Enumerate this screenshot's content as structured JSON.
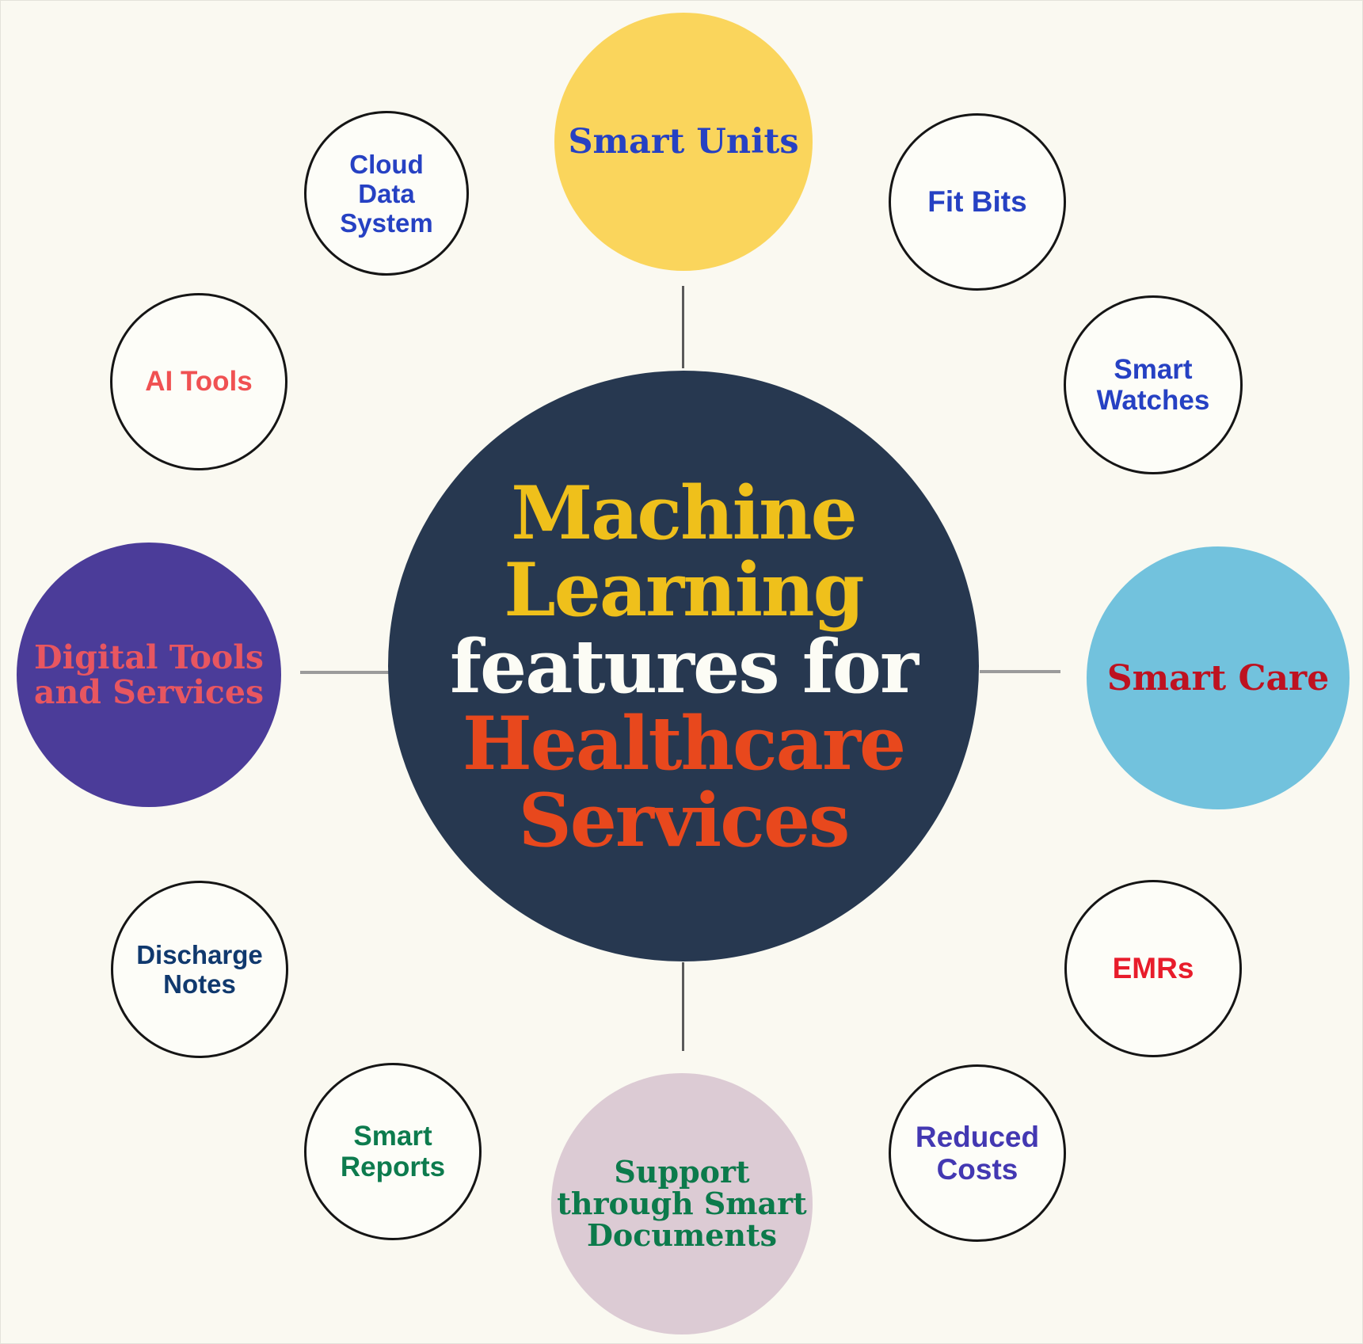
{
  "background": "#FAF9F1",
  "center": {
    "full_title": "Machine Learning features for Healthcare Services",
    "fill": "#273850",
    "lines": [
      {
        "text": "Machine",
        "color": "#EFC01B"
      },
      {
        "text": "Learning",
        "color": "#EFC01B"
      },
      {
        "text": "features for",
        "color": "#FCFCF5"
      },
      {
        "text": "Healthcare",
        "color": "#E8481D"
      },
      {
        "text": "Services",
        "color": "#E8481D"
      }
    ]
  },
  "nodes": {
    "smart_units": {
      "lines": [
        "Smart Units"
      ],
      "fill": "#FAD55C",
      "text_color": "#2641C3"
    },
    "cloud_data_system": {
      "lines": [
        "Cloud",
        "Data",
        "System"
      ],
      "fill": "#FDFDF8",
      "border": "#151515",
      "text_color": "#2641C3"
    },
    "fit_bits": {
      "lines": [
        "Fit Bits"
      ],
      "fill": "#FDFDF8",
      "border": "#151515",
      "text_color": "#2641C3"
    },
    "smart_watches": {
      "lines": [
        "Smart",
        "Watches"
      ],
      "fill": "#FDFDF8",
      "border": "#151515",
      "text_color": "#2641C3"
    },
    "ai_tools": {
      "lines": [
        "AI Tools"
      ],
      "fill": "#FDFDF8",
      "border": "#151515",
      "text_color": "#F05152"
    },
    "digital_tools_and_services": {
      "lines": [
        "Digital Tools",
        "and Services"
      ],
      "fill": "#4B3C99",
      "text_color": "#E85660"
    },
    "smart_care": {
      "lines": [
        "Smart Care"
      ],
      "fill": "#72C2DD",
      "text_color": "#BE1220"
    },
    "discharge_notes": {
      "lines": [
        "Discharge",
        "Notes"
      ],
      "fill": "#FDFDF8",
      "border": "#151515",
      "text_color": "#10396E"
    },
    "emrs": {
      "lines": [
        "EMRs"
      ],
      "fill": "#FDFDF8",
      "border": "#151515",
      "text_color": "#E81C2B"
    },
    "smart_reports": {
      "lines": [
        "Smart",
        "Reports"
      ],
      "fill": "#FDFDF8",
      "border": "#151515",
      "text_color": "#0D7B4E"
    },
    "reduced_costs": {
      "lines": [
        "Reduced",
        "Costs"
      ],
      "fill": "#FDFDF8",
      "border": "#151515",
      "text_color": "#4338B2"
    },
    "support_through_smart_documents": {
      "lines": [
        "Support",
        "through Smart",
        "Documents"
      ],
      "fill": "#DCCBD4",
      "text_color": "#0C7A4B"
    }
  },
  "connectors": {
    "vertical": {
      "fill": "#5A5A5A"
    },
    "horizontal": {
      "fill": "#9B9B9B"
    }
  }
}
